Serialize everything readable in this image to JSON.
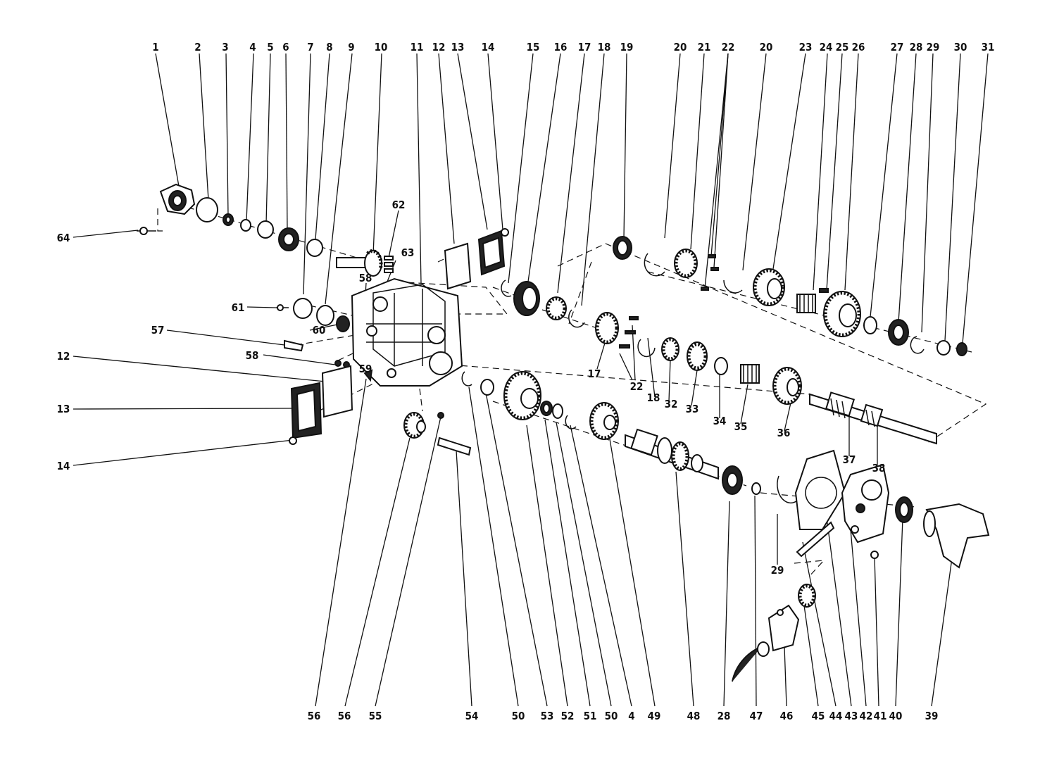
{
  "callouts": [
    {
      "id": "c1",
      "text": "1"
    },
    {
      "id": "c2",
      "text": "2"
    },
    {
      "id": "c3",
      "text": "3"
    },
    {
      "id": "c4",
      "text": "4"
    },
    {
      "id": "c5",
      "text": "5"
    },
    {
      "id": "c6",
      "text": "6"
    },
    {
      "id": "c7",
      "text": "7"
    },
    {
      "id": "c8",
      "text": "8"
    },
    {
      "id": "c9",
      "text": "9"
    },
    {
      "id": "c10",
      "text": "10"
    },
    {
      "id": "c11",
      "text": "11"
    },
    {
      "id": "c12a",
      "text": "12"
    },
    {
      "id": "c13a",
      "text": "13"
    },
    {
      "id": "c14a",
      "text": "14"
    },
    {
      "id": "c15",
      "text": "15"
    },
    {
      "id": "c16",
      "text": "16"
    },
    {
      "id": "c17a",
      "text": "17"
    },
    {
      "id": "c18a",
      "text": "18"
    },
    {
      "id": "c19",
      "text": "19"
    },
    {
      "id": "c20a",
      "text": "20"
    },
    {
      "id": "c21",
      "text": "21"
    },
    {
      "id": "c22a",
      "text": "22"
    },
    {
      "id": "c20b",
      "text": "20"
    },
    {
      "id": "c23",
      "text": "23"
    },
    {
      "id": "c24",
      "text": "24"
    },
    {
      "id": "c25",
      "text": "25"
    },
    {
      "id": "c26",
      "text": "26"
    },
    {
      "id": "c27",
      "text": "27"
    },
    {
      "id": "c28a",
      "text": "28"
    },
    {
      "id": "c29a",
      "text": "29"
    },
    {
      "id": "c30",
      "text": "30"
    },
    {
      "id": "c31",
      "text": "31"
    },
    {
      "id": "c64",
      "text": "64"
    },
    {
      "id": "c62",
      "text": "62"
    },
    {
      "id": "c63",
      "text": "63"
    },
    {
      "id": "c58a",
      "text": "58"
    },
    {
      "id": "c61",
      "text": "61"
    },
    {
      "id": "c57",
      "text": "57"
    },
    {
      "id": "c60",
      "text": "60"
    },
    {
      "id": "c58b",
      "text": "58"
    },
    {
      "id": "c59",
      "text": "59"
    },
    {
      "id": "c12b",
      "text": "12"
    },
    {
      "id": "c13b",
      "text": "13"
    },
    {
      "id": "c14b",
      "text": "14"
    },
    {
      "id": "c17b",
      "text": "17"
    },
    {
      "id": "c22b",
      "text": "22"
    },
    {
      "id": "c18b",
      "text": "18"
    },
    {
      "id": "c32",
      "text": "32"
    },
    {
      "id": "c33",
      "text": "33"
    },
    {
      "id": "c34",
      "text": "34"
    },
    {
      "id": "c35",
      "text": "35"
    },
    {
      "id": "c36",
      "text": "36"
    },
    {
      "id": "c37",
      "text": "37"
    },
    {
      "id": "c38",
      "text": "38"
    },
    {
      "id": "c29b",
      "text": "29"
    },
    {
      "id": "c56a",
      "text": "56"
    },
    {
      "id": "c56b",
      "text": "56"
    },
    {
      "id": "c55",
      "text": "55"
    },
    {
      "id": "c54",
      "text": "54"
    },
    {
      "id": "c50a",
      "text": "50"
    },
    {
      "id": "c53",
      "text": "53"
    },
    {
      "id": "c52",
      "text": "52"
    },
    {
      "id": "c51",
      "text": "51"
    },
    {
      "id": "c50b",
      "text": "50"
    },
    {
      "id": "c4b",
      "text": "4"
    },
    {
      "id": "c49",
      "text": "49"
    },
    {
      "id": "c48",
      "text": "48"
    },
    {
      "id": "c28b",
      "text": "28"
    },
    {
      "id": "c47",
      "text": "47"
    },
    {
      "id": "c46",
      "text": "46"
    },
    {
      "id": "c45",
      "text": "45"
    },
    {
      "id": "c44",
      "text": "44"
    },
    {
      "id": "c43",
      "text": "43"
    },
    {
      "id": "c42",
      "text": "42"
    },
    {
      "id": "c41",
      "text": "41"
    },
    {
      "id": "c40",
      "text": "40"
    },
    {
      "id": "c39",
      "text": "39"
    }
  ]
}
